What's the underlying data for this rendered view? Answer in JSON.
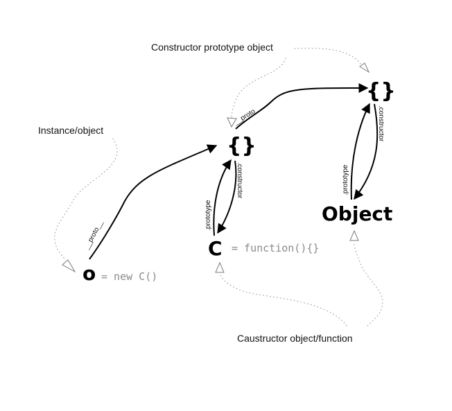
{
  "annotations": {
    "constructor_prototype_object": "Constructor prototype object",
    "instance_object": "Instance/object",
    "constructor_object_function": "Caustructor object/function"
  },
  "nodes": {
    "object_prototype": "{}",
    "c_prototype": "{}",
    "object_function": "Object",
    "c_function": "C",
    "c_function_code": "= function(){}",
    "instance": "o",
    "instance_code": "= new C()"
  },
  "edge_labels": {
    "o_proto": "__proto__",
    "c_proto_proto": "__proto__",
    "c_prototype": ".prototype",
    "c_constructor": ".constructor",
    "object_prototype": ".prototype",
    "object_constructor": ".constructor"
  }
}
